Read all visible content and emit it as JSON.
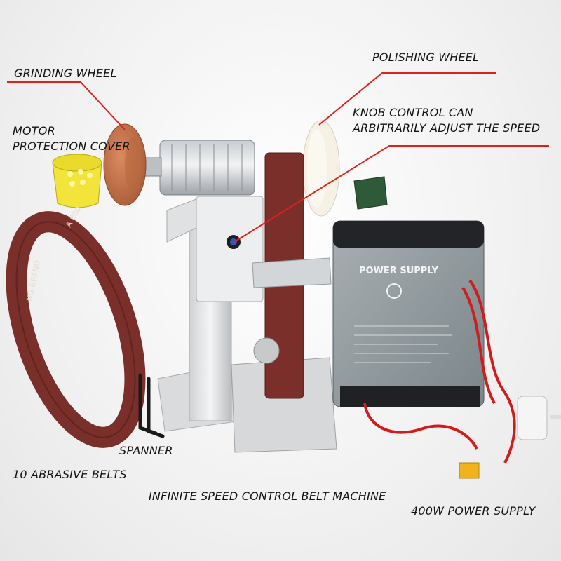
{
  "labels": {
    "grinding_wheel": "GRINDING WHEEL",
    "motor_cover_1": "MOTOR",
    "motor_cover_2": "PROTECTION COVER",
    "polishing_wheel": "POLISHING WHEEL",
    "knob_1": "KNOB CONTROL CAN",
    "knob_2": "ARBITRARILY ADJUST THE SPEED",
    "spanner": "SPANNER",
    "belts": "10 ABRASIVE BELTS",
    "machine": "INFINITE SPEED CONTROL BELT MACHINE",
    "power": "400W POWER SUPPLY"
  },
  "product": {
    "power_supply_text": "POWER SUPPLY",
    "belt_print": "A 800",
    "belt_brand": "NG BRAND"
  },
  "colors": {
    "pointer_line": "#e0201a",
    "abrasive_belt": "#7a2f2a",
    "grinding_wheel": "#c9744c",
    "motor_cover": "#f2e43a",
    "power_supply": "#8a9296",
    "cable_red": "#d11c1c",
    "connector": "#f0b31c"
  }
}
